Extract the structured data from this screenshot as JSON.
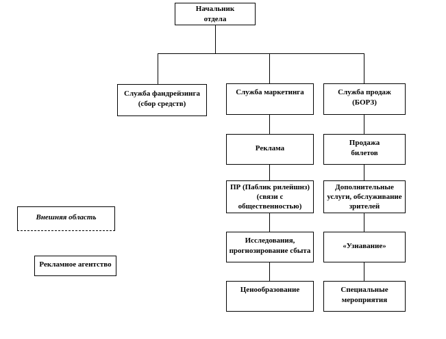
{
  "diagram": {
    "background_color": "#ffffff",
    "line_color": "#000000",
    "text_color": "#000000",
    "nodes": {
      "head": "Начальник\nотдела",
      "fundraising": "Служба фандрейзинга\n(сбор средств)",
      "marketing": "Служба маркетинга",
      "sales": "Служба продаж\n(БОРЗ)",
      "advertising": "Реклама",
      "ticket_sales": "Продажа\nбилетов",
      "pr": "ПР (Паблик рилейшнз)\n(связи с\nобщественностью)",
      "extra_services": "Дополнительные\nуслуги, обслуживание\nзрителей",
      "research": "Исследования,\nпрогнозирование сбыта",
      "recognition": "«Узнавание»",
      "pricing": "Ценообразование",
      "special_events": "Специальные\nмероприятия",
      "external_area": "Внешняя область",
      "ad_agency": "Рекламное агентство"
    }
  }
}
